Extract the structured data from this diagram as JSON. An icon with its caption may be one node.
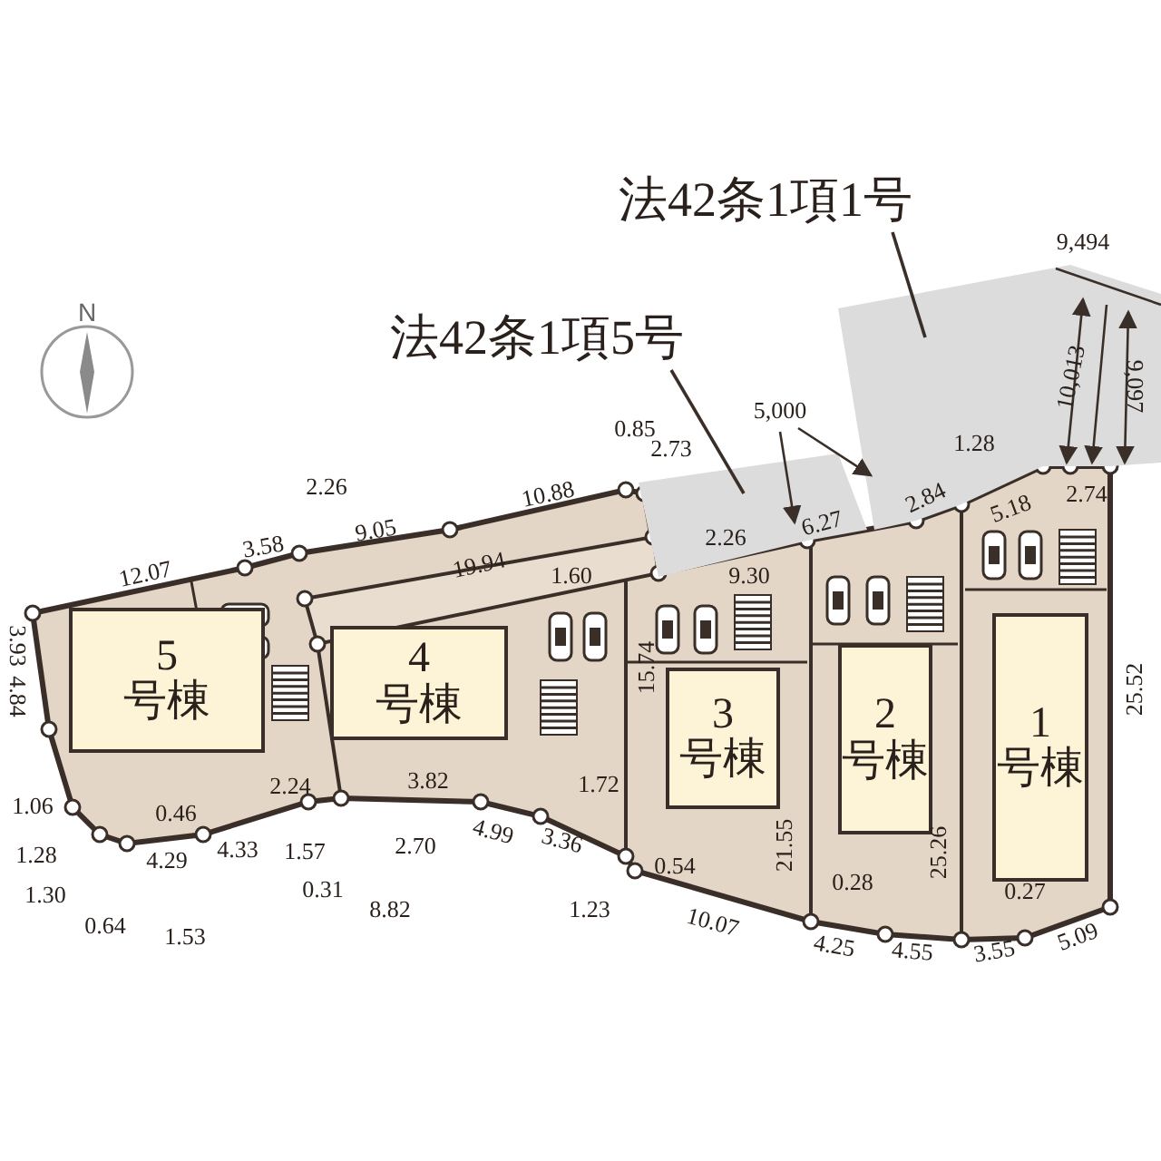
{
  "diagram": {
    "nodes": [
      {
        "text": [
          "法42条1項1号"
        ]
      },
      {
        "text": [],
        "shape": "box"
      },
      {
        "text": [
          "法42条1項5号"
        ]
      },
      {
        "text": [],
        "shape": "box"
      },
      {
        "text": [
          "5",
          "号棟"
        ]
      },
      {
        "text": [
          "4",
          "号棟"
        ]
      },
      {
        "text": [
          "3",
          "号棟"
        ]
      },
      {
        "text": [
          "2",
          "号棟"
        ]
      },
      {
        "text": [
          "1",
          "号棟"
        ]
      }
    ],
    "edges": [
      {
        "from": 0,
        "to": 1,
        "arrow": "none"
      },
      {
        "from": 2,
        "to": 3,
        "arrow": "none"
      }
    ],
    "labels": [
      "N",
      "9,494",
      "5,000",
      "10,013",
      "9,097",
      "0.85",
      "2.73",
      "1.28",
      "2.26",
      "10.88",
      "2.84",
      "5.18",
      "2.74",
      "12.07",
      "3.58",
      "9.05",
      "19.94",
      "1.60",
      "2.26",
      "9.30",
      "6.27",
      "3.93",
      "4.84",
      "15.74",
      "25.52",
      "1.06",
      "0.46",
      "2.24",
      "3.82",
      "1.72",
      "1.28",
      "4.29",
      "4.33",
      "1.57",
      "2.70",
      "4.99",
      "3.36",
      "0.54",
      "21.55",
      "25.26",
      "1.30",
      "0.31",
      "0.28",
      "0.27",
      "0.64",
      "1.53",
      "8.82",
      "1.23",
      "10.07",
      "4.25",
      "4.55",
      "3.55",
      "5.09"
    ]
  }
}
